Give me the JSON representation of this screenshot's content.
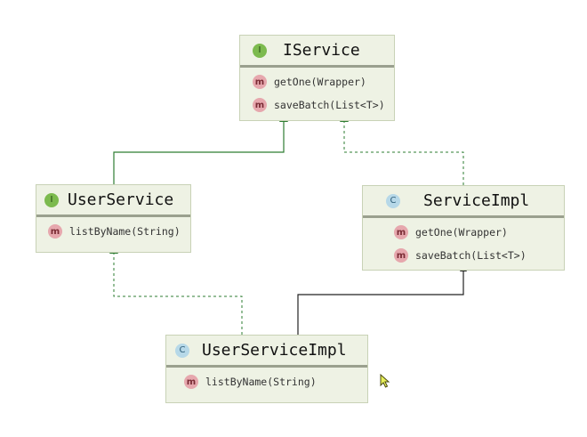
{
  "colors": {
    "box_fill": "#eef2e4",
    "box_border": "#c8d2b6",
    "separator": "#9aa08e",
    "interface_badge": "#7cba4e",
    "class_badge": "#b6d8e8",
    "method_badge": "#e6a7ad",
    "extends_edge": "#2e7d32",
    "implements_edge": "#2e7d32",
    "impl_extends_edge": "#222222"
  },
  "nodes": {
    "iservice": {
      "kind": "interface",
      "badge": "I",
      "name": "IService",
      "methods": [
        {
          "badge": "m",
          "label": "getOne(Wrapper)"
        },
        {
          "badge": "m",
          "label": "saveBatch(List<T>)"
        }
      ]
    },
    "userservice": {
      "kind": "interface",
      "badge": "I",
      "name": "UserService",
      "methods": [
        {
          "badge": "m",
          "label": "listByName(String)"
        }
      ]
    },
    "serviceimpl": {
      "kind": "class",
      "badge": "C",
      "name": "ServiceImpl",
      "methods": [
        {
          "badge": "m",
          "label": "getOne(Wrapper)"
        },
        {
          "badge": "m",
          "label": "saveBatch(List<T>)"
        }
      ]
    },
    "userserviceimpl": {
      "kind": "class",
      "badge": "C",
      "name": "UserServiceImpl",
      "methods": [
        {
          "badge": "m",
          "label": "listByName(String)"
        }
      ]
    }
  },
  "edges": [
    {
      "from": "userservice",
      "to": "iservice",
      "style": "solid",
      "color": "#2e7d32"
    },
    {
      "from": "serviceimpl",
      "to": "iservice",
      "style": "dashed",
      "color": "#2e7d32"
    },
    {
      "from": "userserviceimpl",
      "to": "userservice",
      "style": "dashed",
      "color": "#2e7d32"
    },
    {
      "from": "userserviceimpl",
      "to": "serviceimpl",
      "style": "solid",
      "color": "#222222"
    }
  ]
}
